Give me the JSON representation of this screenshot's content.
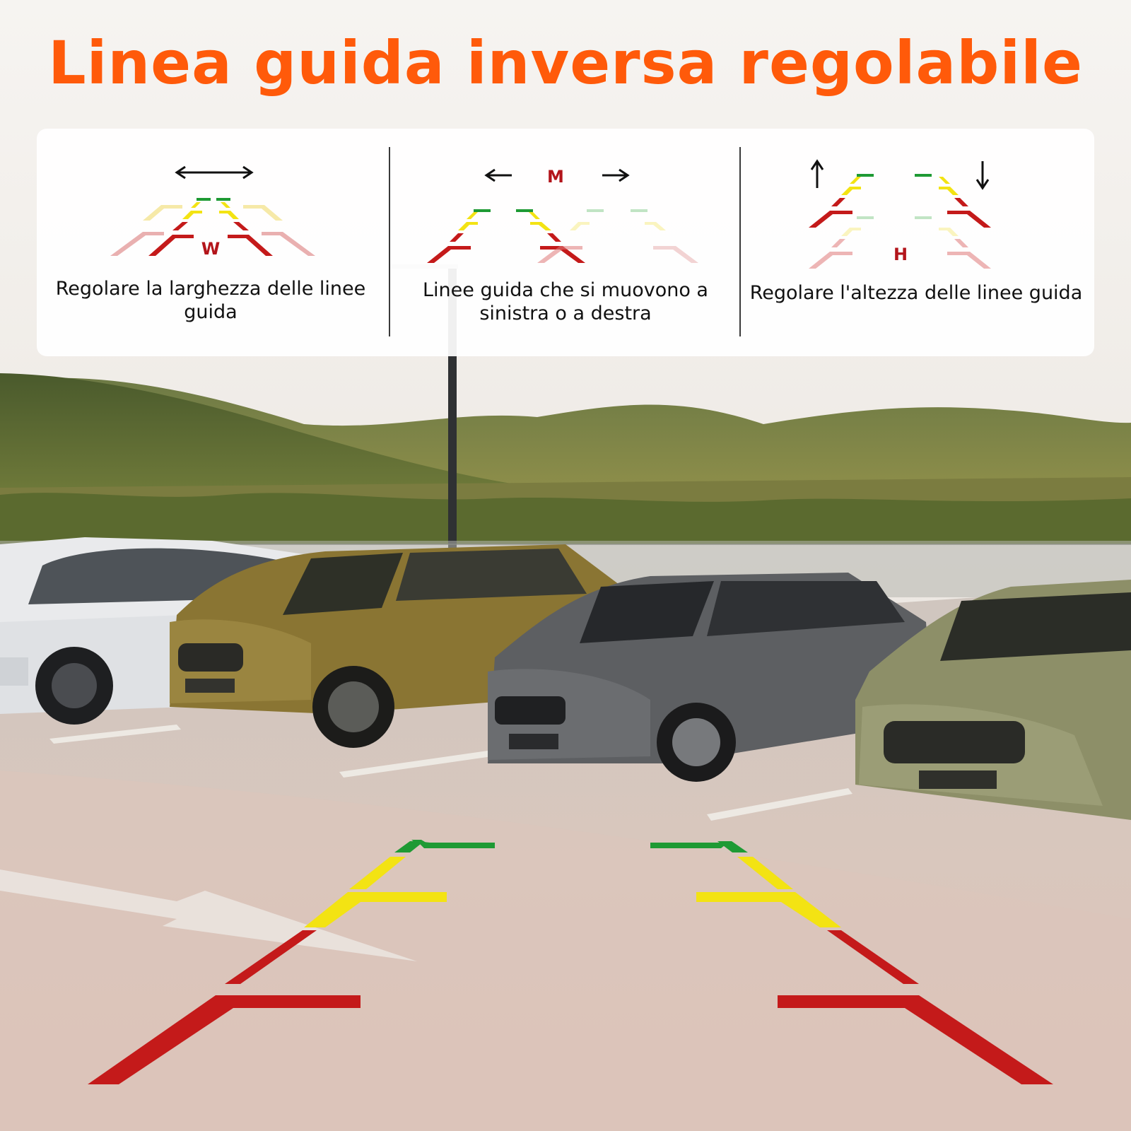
{
  "title": "Linea guida inversa regolabile",
  "colors": {
    "title": "#ff5a0a",
    "guide_green": "#1e9a34",
    "guide_yellow": "#f3e313",
    "guide_red": "#c41a1a",
    "guide_faded_red": "#e9b0b0",
    "letter": "#b3151b"
  },
  "features": [
    {
      "id": "width",
      "icon": "double-arrow-horizontal-icon",
      "letter": "W",
      "caption": "Regolare la larghezza delle linee guida"
    },
    {
      "id": "move",
      "icon": "arrows-left-right-icon",
      "letter": "M",
      "caption": "Linee guida che si muovono a sinistra o a destra"
    },
    {
      "id": "height",
      "icon": "arrows-up-down-icon",
      "letter": "H",
      "caption": "Regolare l'altezza delle linee guida"
    }
  ]
}
